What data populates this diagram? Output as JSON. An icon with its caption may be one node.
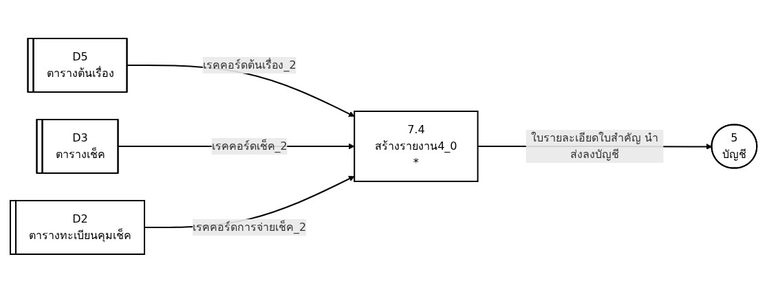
{
  "diagram": {
    "nodes": [
      {
        "text": [
          "D5",
          "ตารางต้นเรื่อง"
        ]
      },
      {
        "text": [
          "D3",
          "ตารางเช็ค"
        ]
      },
      {
        "text": [
          "D2",
          "ตารางทะเบียนคุมเช็ค"
        ]
      },
      {
        "text": [
          "7.4",
          "สร้างรายงาน4_0",
          "*"
        ]
      },
      {
        "text": [
          "5",
          "บัญชี"
        ]
      }
    ],
    "edges": [
      {
        "from": 0,
        "to": 3,
        "arrow": "to",
        "label": "เรคคอร์ดต้นเรื่อง_2"
      },
      {
        "from": 1,
        "to": 3,
        "arrow": "to",
        "label": "เรคคอร์ดเช็ค_2"
      },
      {
        "from": 2,
        "to": 3,
        "arrow": "to",
        "label": "เรคคอร์ดการจ่ายเช็ค_2"
      },
      {
        "from": 3,
        "to": 4,
        "arrow": "to",
        "label": "ใบรายละเอียดใบสำคัญ นำส่งลงบัญชี"
      }
    ]
  }
}
